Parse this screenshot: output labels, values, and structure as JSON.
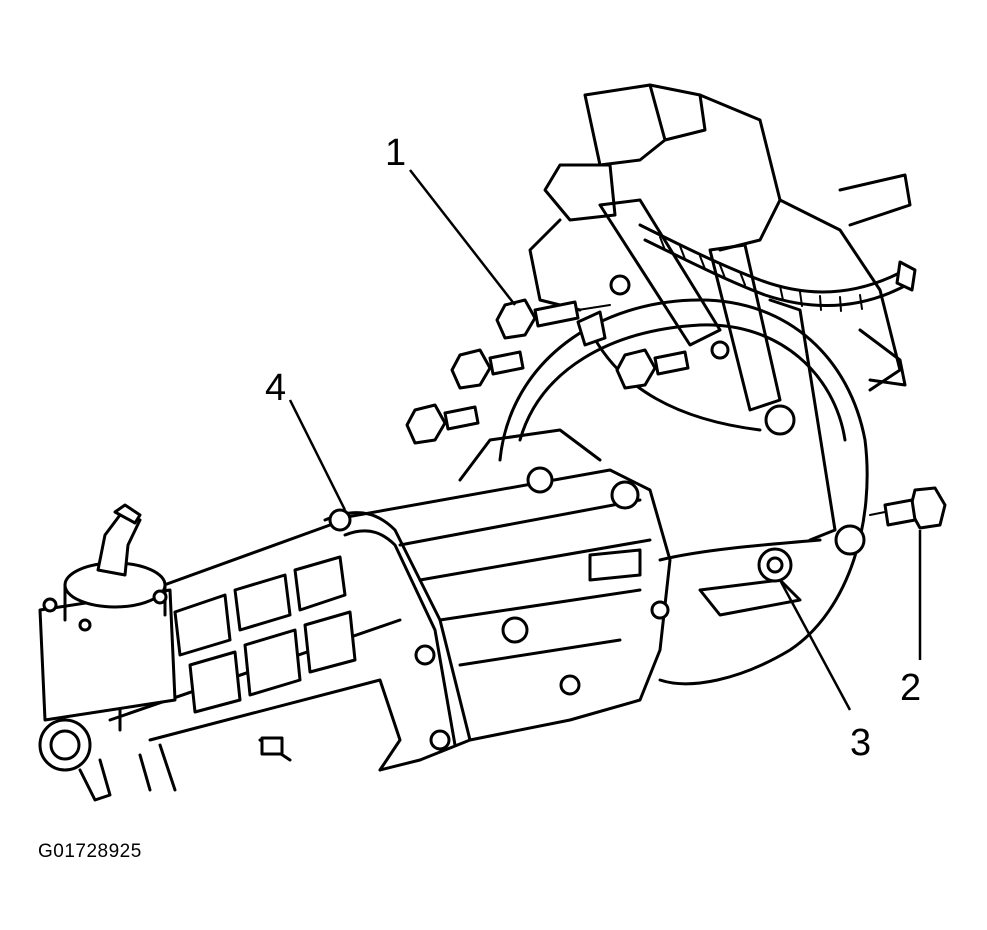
{
  "callouts": [
    {
      "id": "1",
      "label": "1"
    },
    {
      "id": "2",
      "label": "2"
    },
    {
      "id": "3",
      "label": "3"
    },
    {
      "id": "4",
      "label": "4"
    }
  ],
  "figure_id": "G01728925",
  "colors": {
    "line": "#000000",
    "background": "#ffffff"
  }
}
